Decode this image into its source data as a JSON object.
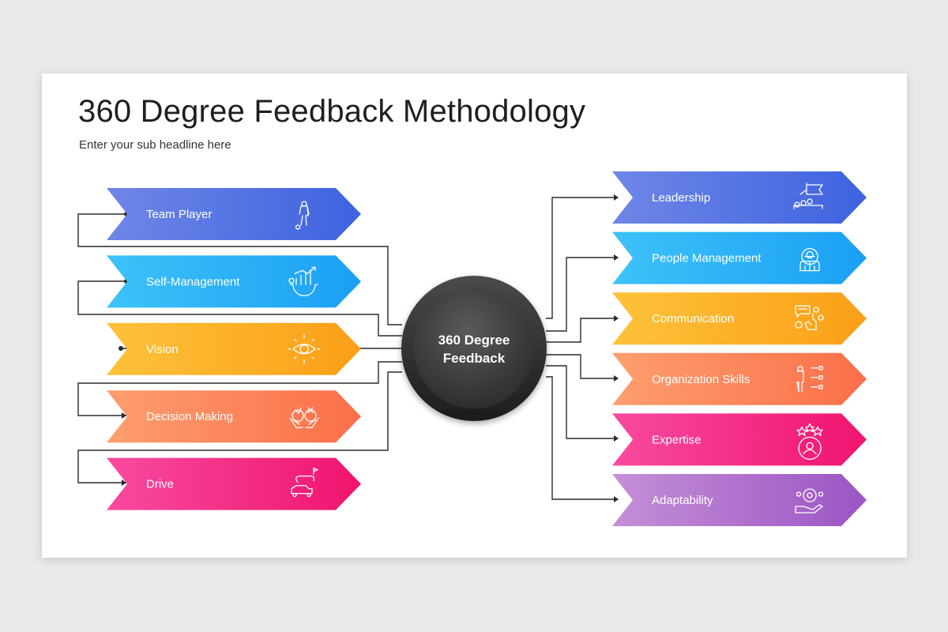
{
  "slide": {
    "title": "360 Degree Feedback Methodology",
    "subtitle": "Enter your sub headline here"
  },
  "center": {
    "line1": "360 Degree",
    "line2": "Feedback"
  },
  "left_items": [
    {
      "label": "Team Player",
      "icon": "soccer-player-icon",
      "color_start": "#6f86e6",
      "color_end": "#3d63e0"
    },
    {
      "label": "Self-Management",
      "icon": "growth-gear-icon",
      "color_start": "#3ec2f8",
      "color_end": "#1a9ff4"
    },
    {
      "label": "Vision",
      "icon": "eye-icon",
      "color_start": "#fcc23a",
      "color_end": "#fb9f17"
    },
    {
      "label": "Decision Making",
      "icon": "decision-hands-icon",
      "color_start": "#fd9e6e",
      "color_end": "#fb6f4a"
    },
    {
      "label": "Drive",
      "icon": "car-route-icon",
      "color_start": "#f84aa0",
      "color_end": "#f0146e"
    }
  ],
  "right_items": [
    {
      "label": "Leadership",
      "icon": "leader-flag-icon",
      "color_start": "#6f86e6",
      "color_end": "#3d63e0"
    },
    {
      "label": "People Management",
      "icon": "team-gear-icon",
      "color_start": "#3ec2f8",
      "color_end": "#1a9ff4"
    },
    {
      "label": "Communication",
      "icon": "touch-chat-icon",
      "color_start": "#fcc23a",
      "color_end": "#fb9f17"
    },
    {
      "label": "Organization Skills",
      "icon": "checklist-person-icon",
      "color_start": "#fd9e6e",
      "color_end": "#fb6f4a"
    },
    {
      "label": "Expertise",
      "icon": "star-person-icon",
      "color_start": "#f84aa0",
      "color_end": "#f0146e"
    },
    {
      "label": "Adaptability",
      "icon": "hand-gear-icon",
      "color_start": "#c58fd6",
      "color_end": "#9b55c4"
    }
  ]
}
